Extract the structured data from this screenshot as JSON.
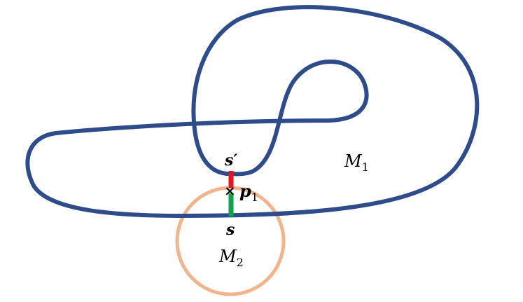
{
  "labels": {
    "region_1": "M",
    "region_1_sub": "1",
    "region_2": "M",
    "region_2_sub": "2",
    "point_s_prime": "s′",
    "point_p": "p",
    "point_p_sub": "1",
    "point_s": "s",
    "cross_mark": "×"
  },
  "colors": {
    "curve_m1": "#2E4C8C",
    "circle_m2": "#F2B48C",
    "segment_upper": "#E8141E",
    "segment_lower": "#13A24A",
    "text": "#000000"
  }
}
